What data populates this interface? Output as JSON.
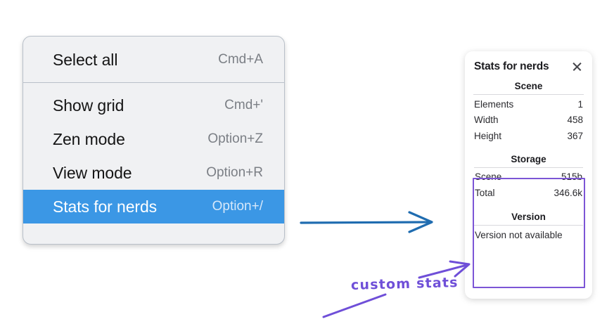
{
  "menu": {
    "groups": [
      {
        "items": [
          {
            "label": "Select all",
            "shortcut": "Cmd+A",
            "selected": false,
            "name": "menu-item-select-all"
          }
        ]
      },
      {
        "items": [
          {
            "label": "Show grid",
            "shortcut": "Cmd+'",
            "selected": false,
            "name": "menu-item-show-grid"
          },
          {
            "label": "Zen mode",
            "shortcut": "Option+Z",
            "selected": false,
            "name": "menu-item-zen-mode"
          },
          {
            "label": "View mode",
            "shortcut": "Option+R",
            "selected": false,
            "name": "menu-item-view-mode"
          },
          {
            "label": "Stats for nerds",
            "shortcut": "Option+/",
            "selected": true,
            "name": "menu-item-stats-for-nerds"
          }
        ]
      }
    ]
  },
  "stats_panel": {
    "title": "Stats for nerds",
    "close_icon": "close-icon",
    "sections": [
      {
        "heading": "Scene",
        "rows": [
          {
            "key": "Elements",
            "value": "1"
          },
          {
            "key": "Width",
            "value": "458"
          },
          {
            "key": "Height",
            "value": "367"
          }
        ]
      },
      {
        "heading": "Storage",
        "rows": [
          {
            "key": "Scene",
            "value": "515b"
          },
          {
            "key": "Total",
            "value": "346.6k"
          }
        ]
      },
      {
        "heading": "Version",
        "text": "Version not available"
      }
    ]
  },
  "annotations": {
    "handwritten_label": "custom stats",
    "arrow_blue_name": "blue-arrow-right",
    "arrow_purple_upper_name": "purple-arrow-to-version",
    "arrow_purple_lower_name": "purple-arrow-underline"
  },
  "colors": {
    "menu_background": "#f0f1f3",
    "menu_selected": "#3b97e5",
    "annotation_purple": "#6f4fd8",
    "annotation_blue": "#1f6cb0",
    "highlight_box_border": "#7c55d6"
  }
}
